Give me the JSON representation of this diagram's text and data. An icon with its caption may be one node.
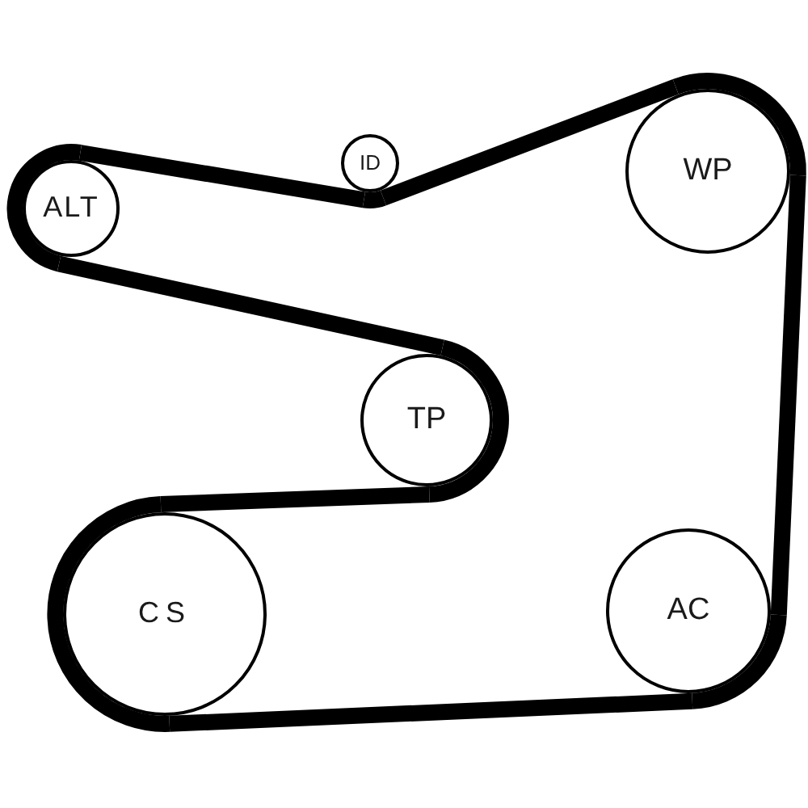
{
  "diagram": {
    "nodes": [
      {
        "text": [
          "ALT"
        ]
      },
      {
        "text": [
          "ID"
        ]
      },
      {
        "text": [
          "WP"
        ]
      },
      {
        "text": [
          "TP"
        ]
      },
      {
        "text": [
          "CS"
        ]
      },
      {
        "text": [
          "AC"
        ]
      }
    ],
    "edges": [
      {
        "from": 0,
        "to": 1,
        "arrow": "none"
      },
      {
        "from": 1,
        "to": 2,
        "arrow": "none"
      },
      {
        "from": 2,
        "to": 5,
        "arrow": "none"
      },
      {
        "from": 5,
        "to": 4,
        "arrow": "none"
      },
      {
        "from": 4,
        "to": 3,
        "arrow": "none"
      },
      {
        "from": 3,
        "to": 0,
        "arrow": "none"
      }
    ]
  }
}
